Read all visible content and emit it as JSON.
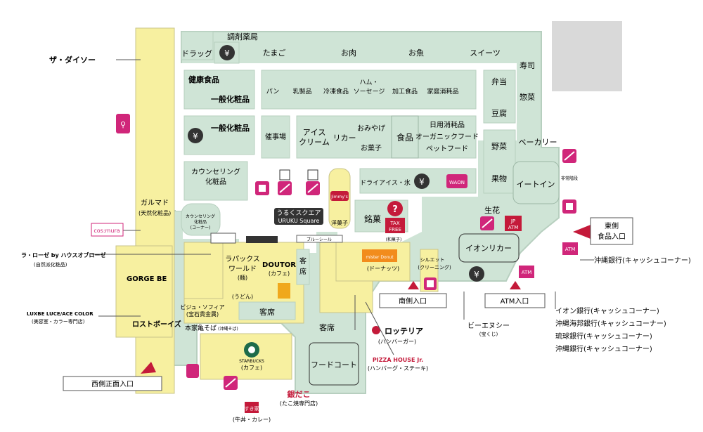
{
  "colors": {
    "green": "#cfe4d6",
    "yellow": "#f7f0a0",
    "floor": "#ffffff",
    "outline": "#b7cfbf",
    "magenta": "#d0267a",
    "red": "#c41a3a",
    "gray": "#d9d9d9",
    "dark": "#333333"
  },
  "left_labels": {
    "daiso": "ザ・ダイソー",
    "cosmura": "cos:mura",
    "rose": "ラ・ローゼ by ハウスオブローゼ",
    "rose_sub": "(自然派化粧品)",
    "gorge": "GORGE BE",
    "luxbe": "LUXBE LUCE/ACE COLOR",
    "luxbe_sub": "(美容室・カラー専門店)"
  },
  "shops": {
    "drug": "ドラッグ",
    "pharmacy": "調剤薬局",
    "kenko": "健康食品",
    "ippan1": "一般化粧品",
    "ippan2": "一般化粧品",
    "counsel": "カウンセリング\n化粧品",
    "counsel_small": "カウンセリング\n化粧品\n(コーナー)",
    "garumado": "ガルマド",
    "garumado_sub": "(天然化粧品)",
    "lostboys": "ロストボーイズ",
    "labaks": "ラパックス\nワールド",
    "labaks_sub": "(麺)",
    "doutor": "DOUTOR",
    "doutor_sub": "(カフェ)",
    "udon": "(うどん)",
    "bijou": "ビジュ・ソフィア\n(宝石貴金属)",
    "kame": "本家亀そば",
    "kame_sub": "(沖縄そば)",
    "kyakuseki1": "客\n席",
    "kyakuseki2": "客席",
    "kyakuseki3": "客席",
    "starbucks": "STARBUCKS",
    "starbucks_sub": "(カフェ)",
    "gindako": "銀だこ",
    "gindako_sub": "(たこ焼専門店)",
    "sukiya": "すき家",
    "sukiya_sub": "(牛丼・カレー)",
    "foodcourt": "フードコート",
    "lotteria": "ロッテリア",
    "lotteria_sub": "(ハンバーガー)",
    "pizza": "PIZZA HOUSE Jr.",
    "pizza_sub": "(ハンバーグ・ステーキ)",
    "misterdonut": "mister Donut",
    "misterdonut_sub": "(ドーナッツ)",
    "wagashi": "(和菓子)",
    "cleaning": "シルエット\n(クリーニング)",
    "meika": "銘菓",
    "jimmys": "Jimmy's",
    "yogashi": "洋菓子",
    "blueseal": "ブルーシール",
    "uruku": "うるくスクエア",
    "uruku_en": "URUKU Square",
    "tamago": "たまご",
    "oniku": "お肉",
    "osakana": "お魚",
    "sweets": "スイーツ",
    "sushi": "寿司",
    "bento": "弁当",
    "sozai": "惣菜",
    "tofu": "豆腐",
    "bakery": "ベーカリー",
    "yasai": "野菜",
    "kudamono": "果物",
    "eatin": "イートイン",
    "pan": "パン",
    "nyuseihin": "乳製品",
    "reito": "冷凍食品",
    "ham": "ハム・\nソーセージ",
    "kakou": "加工食品",
    "katei": "家庭消耗品",
    "saijijo": "催事場",
    "ice": "アイス\nクリーム",
    "liquor": "リカー",
    "omiyage": "おみやげ",
    "okashi": "お菓子",
    "shokuhin": "食品",
    "nichiyo": "日用消耗品\nオーガニックフード\nペットフード",
    "dryice": "ドライアイス・氷",
    "waon": "WAON",
    "seika": "生花",
    "aeonliquor": "イオンリカー",
    "taxfree": "TAX\nFREE",
    "jpatm": "JP\nATM",
    "atm": "ATM",
    "hijo": "非常階段"
  },
  "entrances": {
    "east": "東側\n食品入口",
    "south": "南側入口",
    "atm": "ATM入口",
    "west": "西側正面入口"
  },
  "right_labels": {
    "okinawa_bank": "沖縄銀行(キャッシュコーナー)",
    "aeon_bank": "イオン銀行(キャッシュコーナー)",
    "kaiho": "沖縄海邦銀行(キャッシュコーナー)",
    "ryukyu": "琉球銀行(キャッシュコーナー)",
    "okinawa2": "沖縄銀行(キャッシュコーナー)",
    "bnc": "ビーエヌシー",
    "bnc_sub": "(宝くじ)"
  },
  "icons": [
    "toilet-icon",
    "yen-icon",
    "escalator-icon",
    "elevator-icon",
    "baby-icon",
    "question-icon"
  ]
}
